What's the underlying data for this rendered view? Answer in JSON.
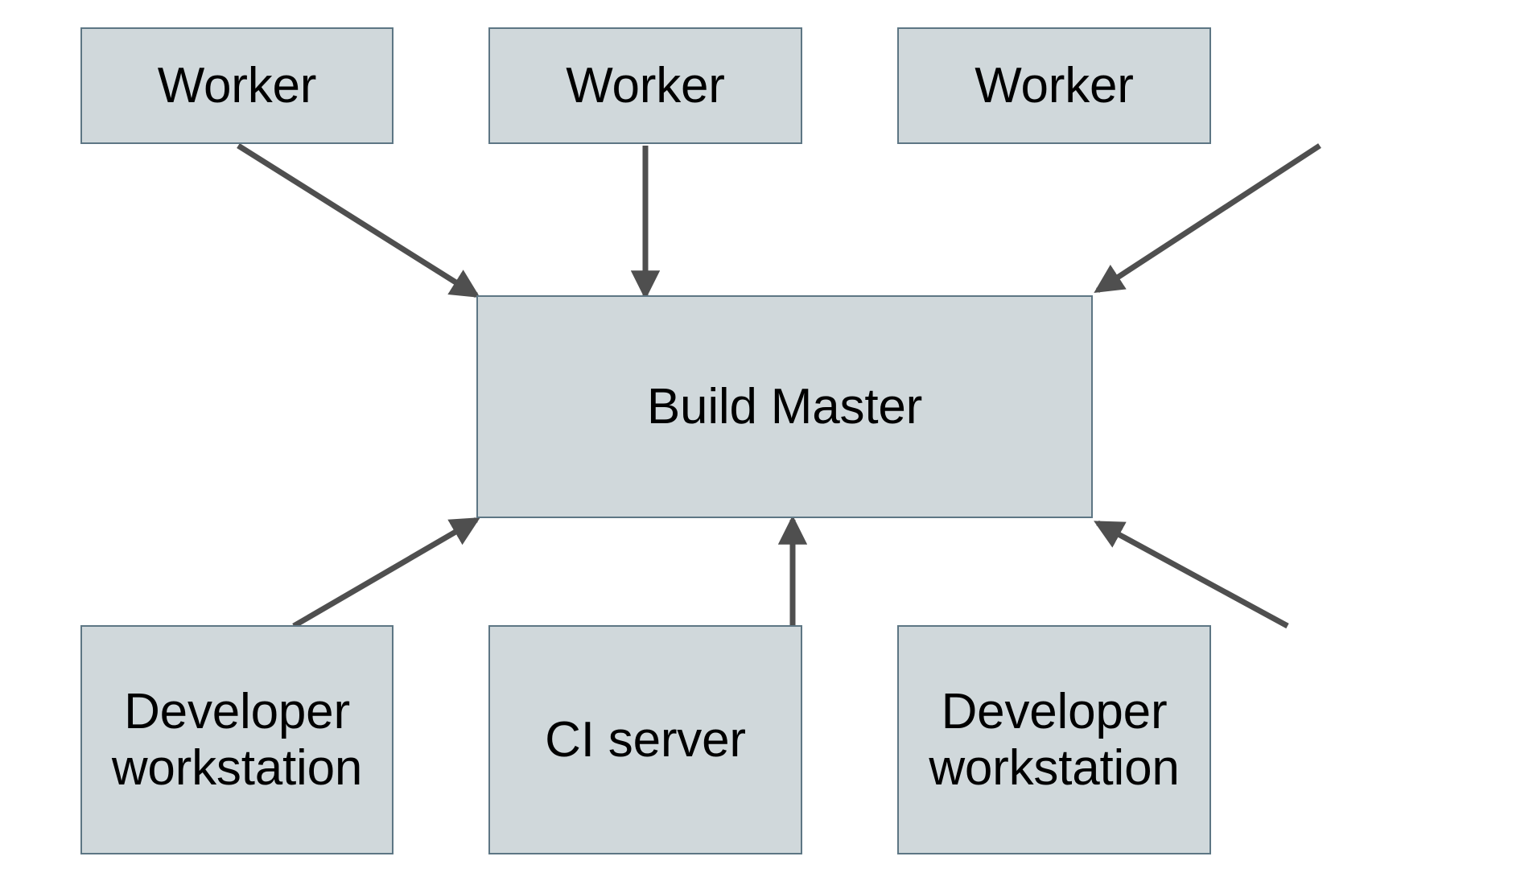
{
  "diagram": {
    "type": "architecture-flow",
    "background_color": "#ffffff",
    "node_fill_color": "#d0d8db",
    "node_border_color": "#5d7684",
    "edge_color": "#4f4f4f",
    "text_color": "#000000",
    "nodes": [
      {
        "id": "worker-1",
        "label": "Worker",
        "row": "top",
        "column": 1
      },
      {
        "id": "worker-2",
        "label": "Worker",
        "row": "top",
        "column": 2
      },
      {
        "id": "worker-3",
        "label": "Worker",
        "row": "top",
        "column": 3
      },
      {
        "id": "build-master",
        "label": "Build Master",
        "row": "middle",
        "column": 2
      },
      {
        "id": "dev-workstation-1",
        "label": "Developer\nworkstation",
        "row": "bottom",
        "column": 1
      },
      {
        "id": "ci-server",
        "label": "CI server",
        "row": "bottom",
        "column": 2
      },
      {
        "id": "dev-workstation-2",
        "label": "Developer\nworkstation",
        "row": "bottom",
        "column": 3
      }
    ],
    "edges": [
      {
        "from": "worker-1",
        "to": "build-master",
        "direction": "to-build-master",
        "arrowhead": "filled-triangle"
      },
      {
        "from": "worker-2",
        "to": "build-master",
        "direction": "to-build-master",
        "arrowhead": "filled-triangle"
      },
      {
        "from": "worker-3",
        "to": "build-master",
        "direction": "to-build-master",
        "arrowhead": "filled-triangle"
      },
      {
        "from": "dev-workstation-1",
        "to": "build-master",
        "direction": "to-build-master",
        "arrowhead": "filled-triangle"
      },
      {
        "from": "ci-server",
        "to": "build-master",
        "direction": "to-build-master",
        "arrowhead": "filled-triangle"
      },
      {
        "from": "dev-workstation-2",
        "to": "build-master",
        "direction": "to-build-master",
        "arrowhead": "filled-triangle"
      }
    ]
  }
}
